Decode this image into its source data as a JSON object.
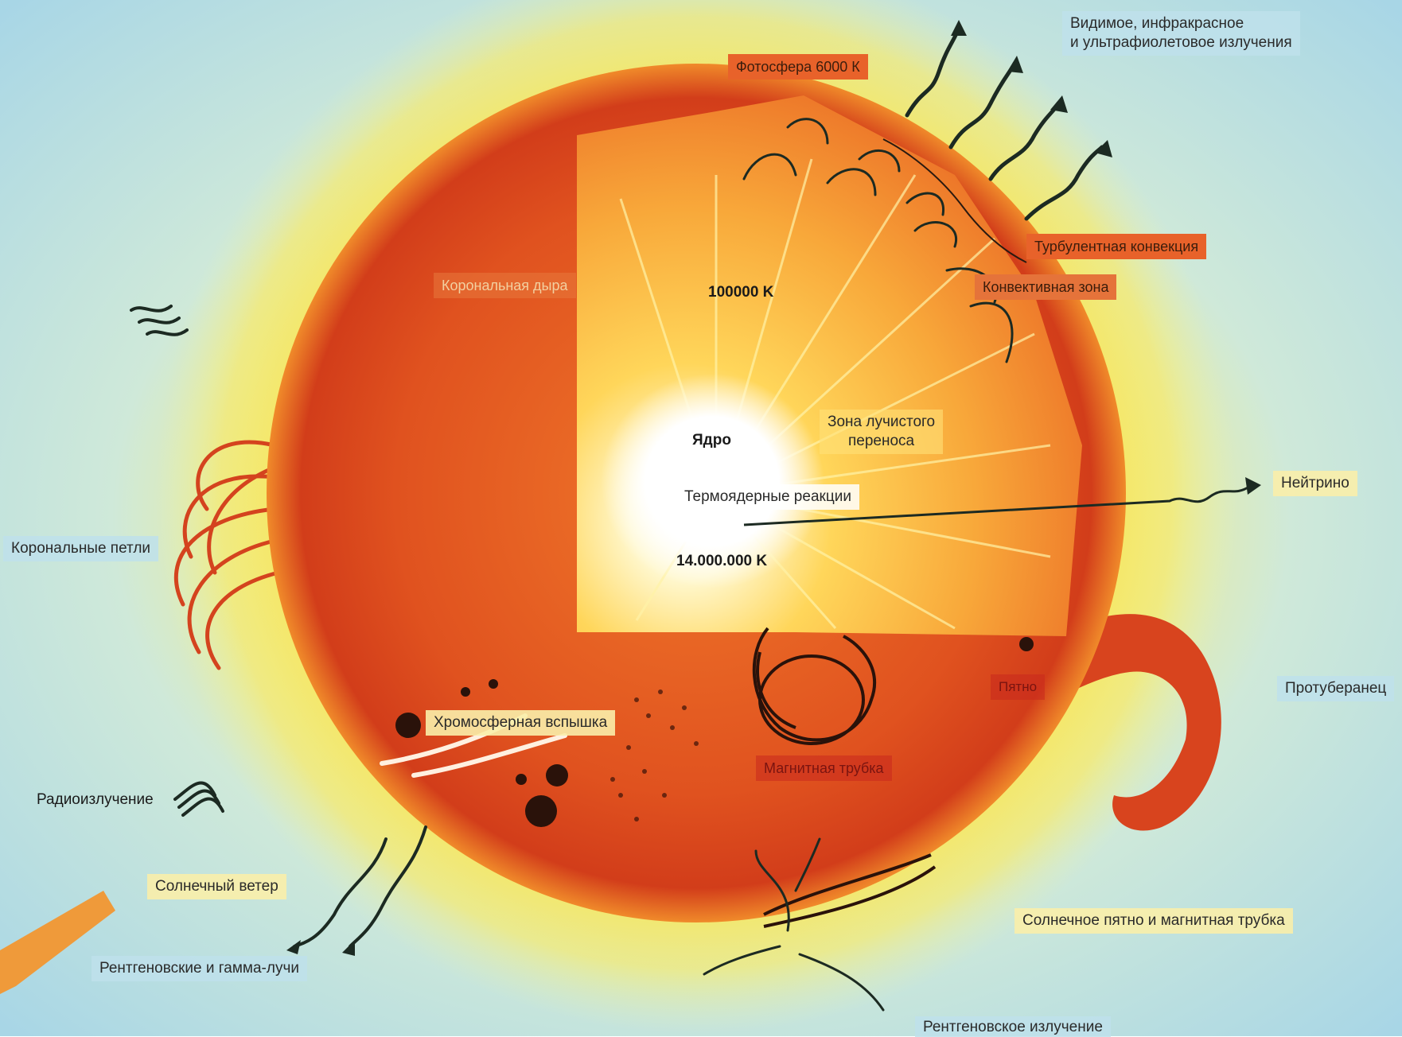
{
  "labels": {
    "visible_radiation": "Видимое, инфракрасное\nи ультрафиолетовое излучения",
    "photosphere": "Фотосфера 6000 К",
    "turbulent_convection": "Турбулентная конвекция",
    "convective_zone": "Конвективная зона",
    "coronal_hole": "Корональная дыра",
    "temp_100000": "100000 K",
    "core": "Ядро",
    "radiative_zone": "Зона лучистого\nпереноса",
    "thermonuclear": "Термоядерные реакции",
    "neutrino": "Нейтрино",
    "temp_core": "14.000.000 K",
    "coronal_loops": "Корональные петли",
    "sunspot": "Пятно",
    "prominence": "Протуберанец",
    "chromospheric_flare": "Хромосферная вспышка",
    "magnetic_tube": "Магнитная трубка",
    "radio_emission": "Радиоизлучение",
    "solar_wind": "Солнечный ветер",
    "sunspot_tube": "Солнечное пятно и магнитная трубка",
    "xray_gamma": "Рентгеновские и гамма-лучи",
    "xray_emission": "Рентгеновское излучение"
  },
  "colors": {
    "sky": "#bfe3ec",
    "halo": "#f6ea6a",
    "sun_outer": "#d8401e",
    "sun_inner": "#f29a2a",
    "core": "#ffffff",
    "arrow": "#1c2a22"
  }
}
